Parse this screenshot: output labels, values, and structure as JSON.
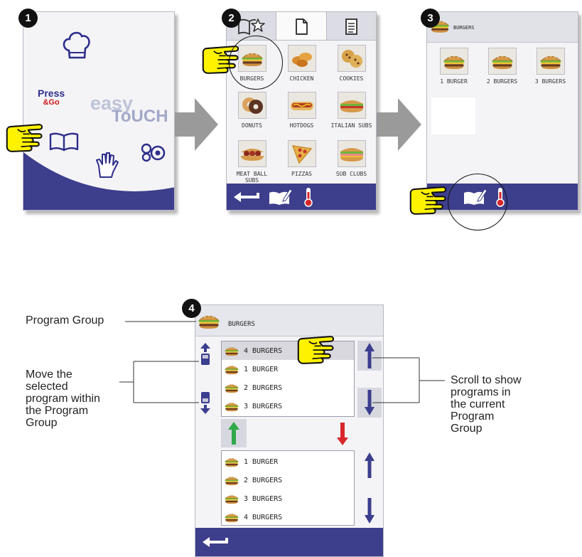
{
  "steps": [
    "1",
    "2",
    "3",
    "4"
  ],
  "screen1": {
    "press_go_line1": "Press",
    "press_go_line2": "&Go",
    "easy_text": "easy",
    "touch_text": "ToUCH",
    "icons": [
      "chef-hat-icon",
      "recipe-book-icon",
      "cleaning-glove-icon",
      "settings-dials-icon"
    ]
  },
  "screen2": {
    "tabs": [
      "favorites-book-icon",
      "single-page-icon",
      "document-list-icon"
    ],
    "categories": [
      "BURGERS",
      "CHICKEN",
      "COOKIES",
      "DONUTS",
      "HOTDOGS",
      "ITALIAN SUBS",
      "MEAT BALL SUBS",
      "PIZZAS",
      "SUB CLUBS"
    ]
  },
  "screen3": {
    "group_title": "BURGERS",
    "programs": [
      "1 BURGER",
      "2 BURGERS",
      "3 BURGERS"
    ]
  },
  "screen4": {
    "group_title": "BURGERS",
    "top_list": [
      "4 BURGERS",
      "1 BURGER",
      "2 BURGERS",
      "3 BURGERS"
    ],
    "bottom_list": [
      "1 BURGER",
      "2 BURGERS",
      "3 BURGERS",
      "4 BURGERS"
    ]
  },
  "callouts": {
    "program_group": "Program Group",
    "move_program": "Move the selected program within the Program Group",
    "scroll_programs": "Scroll to show programs in the current Program Group"
  },
  "colors": {
    "bar_blue": "#3d3e8c",
    "hand_yellow": "#fff200",
    "arrow_gray": "#9a9a9a",
    "arrow_green": "#2fa84a",
    "arrow_red": "#d8262b",
    "arrow_blue": "#3b3d8e"
  }
}
